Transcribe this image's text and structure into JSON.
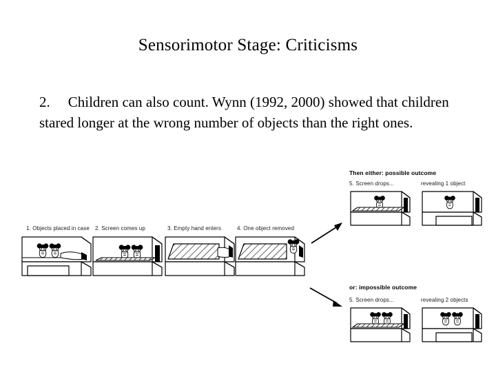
{
  "slide": {
    "title": "Sensorimotor Stage: Criticisms",
    "body": {
      "number": "2.",
      "text": "Children can also count. Wynn (1992, 2000) showed that children stared longer at the wrong number of objects than the right ones."
    }
  },
  "figure": {
    "name": "wynn-addition-subtraction-experiment-diagram",
    "sequence_panels": [
      {
        "id": "panel-1",
        "label": "1. Objects placed in case",
        "objects": 2,
        "screen": "down",
        "hand": true
      },
      {
        "id": "panel-2",
        "label": "2. Screen comes up",
        "objects": 2,
        "screen": "rising",
        "hand": false
      },
      {
        "id": "panel-3",
        "label": "3. Empty hand enters",
        "objects": 0,
        "screen": "up",
        "hand": true
      },
      {
        "id": "panel-4",
        "label": "4. One object removed",
        "objects": 1,
        "screen": "up",
        "hand": true
      }
    ],
    "outcomes": [
      {
        "id": "outcome-possible",
        "heading": "Then either: possible outcome",
        "panels": [
          {
            "id": "panel-5-possible",
            "label": "5. Screen drops...",
            "objects": 1,
            "screen": "dropping"
          },
          {
            "id": "panel-reveal-1",
            "label": "revealing 1 object",
            "objects": 1,
            "screen": "down"
          }
        ]
      },
      {
        "id": "outcome-impossible",
        "heading": "or: impossible outcome",
        "panels": [
          {
            "id": "panel-5-impossible",
            "label": "5. Screen drops...",
            "objects": 2,
            "screen": "dropping"
          },
          {
            "id": "panel-reveal-2",
            "label": "revealing 2 objects",
            "objects": 2,
            "screen": "down"
          }
        ]
      }
    ],
    "arrows": [
      {
        "id": "arrow-to-possible",
        "direction": "up-right"
      },
      {
        "id": "arrow-to-impossible",
        "direction": "down-right"
      }
    ],
    "colors": {
      "ink": "#000000",
      "fill": "#ffffff",
      "hatch": "#000000"
    }
  }
}
